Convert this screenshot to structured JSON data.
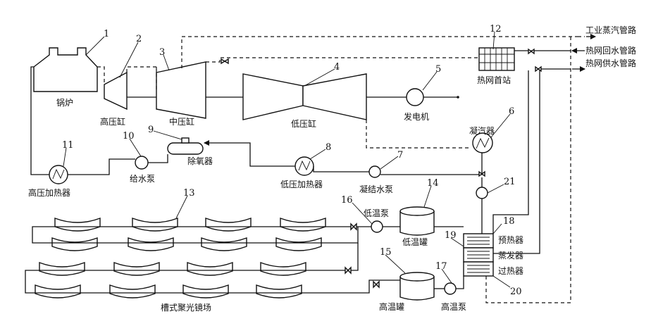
{
  "labels": {
    "boiler": "锅炉",
    "hp_cylinder": "高压缸",
    "ip_cylinder": "中压缸",
    "lp_cylinder": "低压缸",
    "generator": "发电机",
    "heat_station": "热网首站",
    "condenser": "凝汽器",
    "deaerator": "除氧器",
    "feed_pump": "给水泵",
    "hp_heater": "高压加热器",
    "lp_heater": "低压加热器",
    "condensate_pump": "凝结水泵",
    "low_temp_pump": "低温泵",
    "low_temp_tank": "低温罐",
    "high_temp_tank": "高温罐",
    "high_temp_pump": "高温泵",
    "preheater": "预热器",
    "evaporator": "蒸发器",
    "superheater": "过热器",
    "solar_field": "槽式聚光镜场",
    "industrial_steam": "工业蒸汽管路",
    "return_water": "热网回水管路",
    "supply_water": "热网供水管路"
  },
  "numbers": {
    "n1": "1",
    "n2": "2",
    "n3": "3",
    "n4": "4",
    "n5": "5",
    "n6": "6",
    "n7": "7",
    "n8": "8",
    "n9": "9",
    "n10": "10",
    "n11": "11",
    "n12": "12",
    "n13": "13",
    "n14": "14",
    "n15": "15",
    "n16": "16",
    "n17": "17",
    "n18": "18",
    "n19": "19",
    "n20": "20",
    "n21": "21"
  }
}
